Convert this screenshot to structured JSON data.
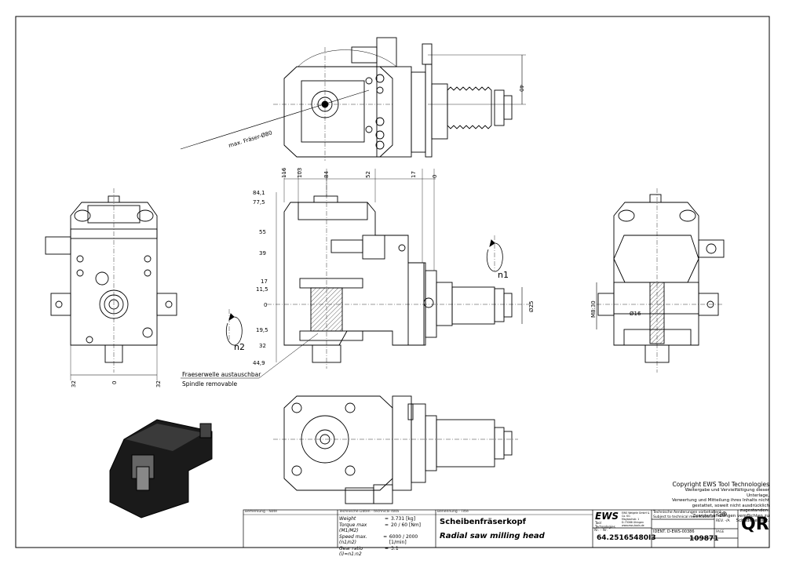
{
  "drawing": {
    "top_view": {
      "cutter_label": "max. Fräser-Ø80",
      "dim_right": "40"
    },
    "front_view": {
      "top_dims": [
        "116",
        "103",
        "84",
        "52",
        "17",
        "0"
      ],
      "left_dims": [
        "84,1",
        "77,5",
        "55",
        "39",
        "17",
        "11,5",
        "0",
        "19,5",
        "32",
        "44,9"
      ],
      "dia_25": "Ø25",
      "rotation_n1": "n1",
      "rotation_n2": "n2",
      "spindle_note_de": "Fraeserwelle austauschbar",
      "spindle_note_en": "Spindle removable"
    },
    "left_view": {
      "bottom_dims": [
        "32",
        "0",
        "32"
      ]
    },
    "right_view": {
      "thread": "M8:30",
      "dia_16": "Ø16"
    }
  },
  "copyright": {
    "line1": "Copyright EWS Tool Technologies",
    "line2": "Weitergabe und Vervielfältigung dieser Unterlage,",
    "line3": "Verwertung und Mitteilung ihres Inhalts nicht",
    "line4": "gestattet, soweit nicht ausdrücklich zugestanden.",
    "line5": "Zuwiderhandlungen verpflichten zu Schadenersatz."
  },
  "title_block": {
    "remark_header": "Bemerkung - Note",
    "tech_header": "Technische Daten - technical data",
    "specs": [
      {
        "label": "Weight",
        "value": "3.731 [kg]"
      },
      {
        "label": "Torque max (M1/M2)",
        "value": "20 / 60 [Nm]"
      },
      {
        "label": "Speed max. (n1/n2)",
        "value": "6000 / 2000 [1/min]"
      },
      {
        "label": "Gear ratio (i)=n1:n2",
        "value": "3:1"
      }
    ],
    "title_header": "Benennung - Title",
    "title_de": "Scheibenfräserkopf",
    "title_en": "Radial saw milling head",
    "company_logo": "EWS",
    "company_sub": "Tool Technologies",
    "company_addr": [
      "EWS Weigele GmbH & Co. KG",
      "Maybachstr. 1",
      "D-73066 Uhingen",
      "www.ews-tools.de"
    ],
    "nr_label": "Nr. - Nr.",
    "article_no": "64.25165480I3",
    "changes_note": "Technische Aenderungen vorbehalten!",
    "changes_note_en": "Subject to technical modifications!",
    "ident_label": "IDENT.",
    "ident_value": "D-EWS-00386",
    "rev_label": "REV.",
    "rev_value": "-/A",
    "page_label": "PAGE",
    "drawing_no": "109871",
    "qr": "QR"
  }
}
